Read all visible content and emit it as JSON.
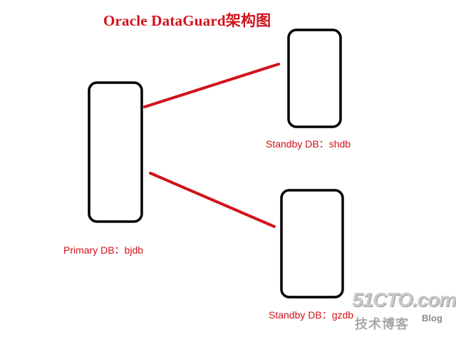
{
  "title": "Oracle DataGuard架构图",
  "colors": {
    "accent": "#d0121b",
    "box_stroke": "#000000",
    "watermark": "#c9c9c9"
  },
  "nodes": {
    "primary": {
      "label": "Primary DB：bjdb"
    },
    "standby1": {
      "label": "Standby DB：shdb"
    },
    "standby2": {
      "label": "Standby DB：gzdb"
    }
  },
  "watermark": {
    "main": "51CTO.com",
    "sub": "技术博客",
    "blog": "Blog"
  }
}
